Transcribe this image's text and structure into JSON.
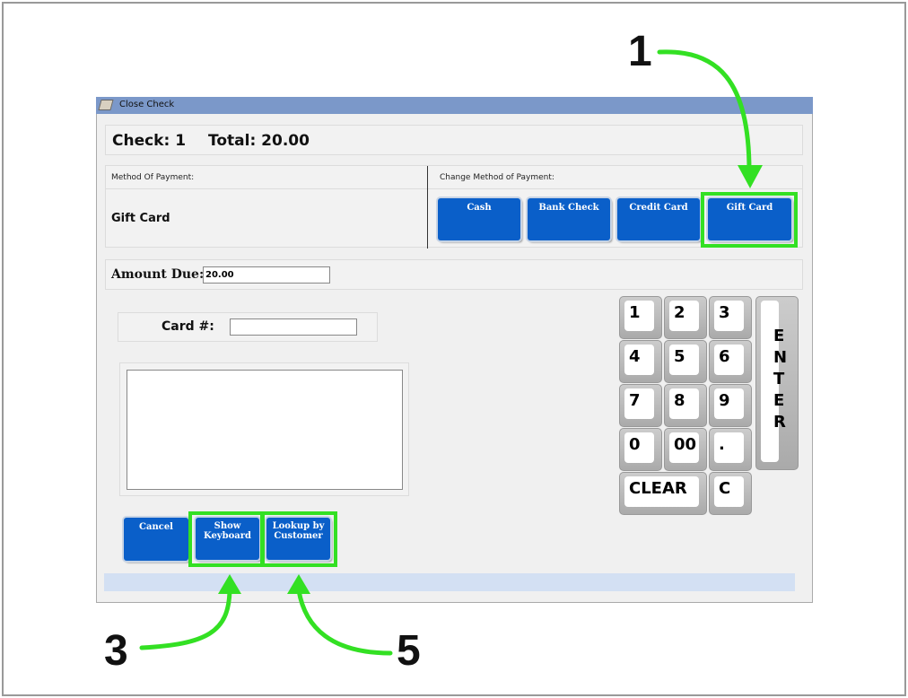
{
  "window": {
    "title": "Close Check"
  },
  "header": {
    "check": "Check: 1",
    "total": "Total: 20.00"
  },
  "payment": {
    "method_label": "Method Of Payment:",
    "method_value": "Gift Card",
    "change_label": "Change Method of Payment:",
    "buttons": [
      "Cash",
      "Bank Check",
      "Credit Card",
      "Gift Card"
    ]
  },
  "amount_due": {
    "label": "Amount Due:",
    "value": "20.00"
  },
  "card": {
    "label": "Card #:",
    "value": ""
  },
  "notes": {
    "value": ""
  },
  "actions": {
    "cancel": "Cancel",
    "show_keyboard": "Show Keyboard",
    "lookup": "Lookup by Customer"
  },
  "keypad": {
    "keys": [
      "1",
      "2",
      "3",
      "4",
      "5",
      "6",
      "7",
      "8",
      "9",
      "0",
      "00",
      "."
    ],
    "clear": "CLEAR",
    "c": "C",
    "enter": "ENTER"
  },
  "annotations": [
    "1",
    "3",
    "5"
  ],
  "colors": {
    "accent": "#0a5fc9",
    "highlight": "#33e023",
    "titlebar": "#7b98c9"
  }
}
